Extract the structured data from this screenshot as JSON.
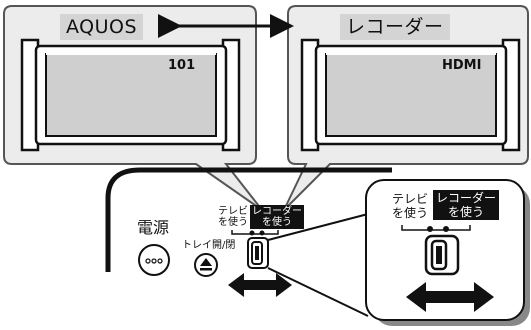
{
  "devices": {
    "left": {
      "name": "AQUOS",
      "screen_text": "101"
    },
    "right": {
      "name": "レコーダー",
      "screen_text": "HDMI"
    }
  },
  "remote": {
    "power_label": "電源",
    "tray_label": "トレイ開/閉",
    "switch": {
      "tv_line1": "テレビ",
      "tv_line2": "を使う",
      "rec_line1": "レコーダー",
      "rec_line2": "を使う"
    }
  },
  "zoom_inset": {
    "tv_line1": "テレビ",
    "tv_line2": "を使う",
    "rec_line1": "レコーダー",
    "rec_line2": "を使う"
  }
}
